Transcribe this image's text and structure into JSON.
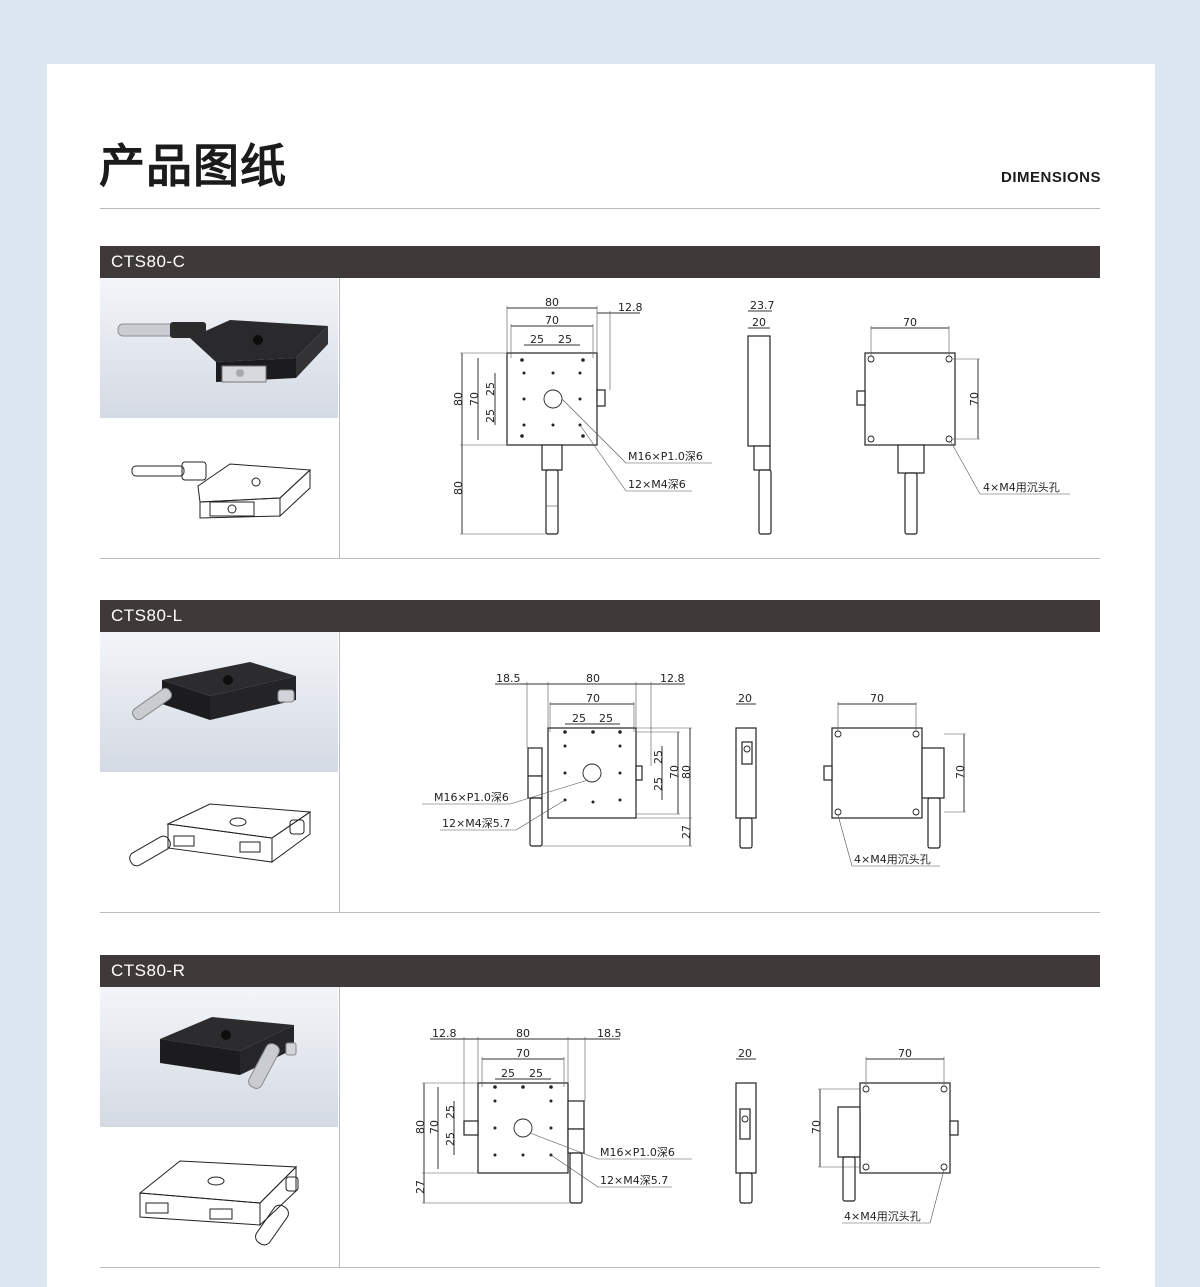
{
  "page": {
    "title": "产品图纸",
    "subtitle": "DIMENSIONS"
  },
  "colors": {
    "background": "#dce7f2",
    "card": "#ffffff",
    "section_header": "#3f3a39",
    "rule": "#bdbdbd"
  },
  "sections": [
    {
      "name": "CTS80-C",
      "labels": {
        "w80": "80",
        "w70": "70",
        "p25a": "25",
        "p25b": "25",
        "off128": "12.8",
        "h80": "80",
        "h70": "70",
        "v25a": "25",
        "v25b": "25",
        "h80b": "80",
        "center_hole": "M16×P1.0深6",
        "taps": "12×M4深6",
        "side237": "23.7",
        "side20": "20",
        "b70": "70",
        "b70v": "70",
        "counterbore": "4×M4用沉头孔"
      }
    },
    {
      "name": "CTS80-L",
      "labels": {
        "off185": "18.5",
        "w80": "80",
        "off128": "12.8",
        "w70": "70",
        "p25a": "25",
        "p25b": "25",
        "v25a": "25",
        "v25b": "25",
        "h70": "70",
        "h80": "80",
        "h27": "27",
        "center_hole": "M16×P1.0深6",
        "taps": "12×M4深5.7",
        "side20": "20",
        "b70": "70",
        "b70v": "70",
        "counterbore": "4×M4用沉头孔"
      }
    },
    {
      "name": "CTS80-R",
      "labels": {
        "off128": "12.8",
        "w80": "80",
        "off185": "18.5",
        "w70": "70",
        "p25a": "25",
        "p25b": "25",
        "h80": "80",
        "h70": "70",
        "v25a": "25",
        "v25b": "25",
        "h27": "27",
        "center_hole": "M16×P1.0深6",
        "taps": "12×M4深5.7",
        "side20": "20",
        "b70": "70",
        "b70v": "70",
        "counterbore": "4×M4用沉头孔"
      }
    }
  ]
}
